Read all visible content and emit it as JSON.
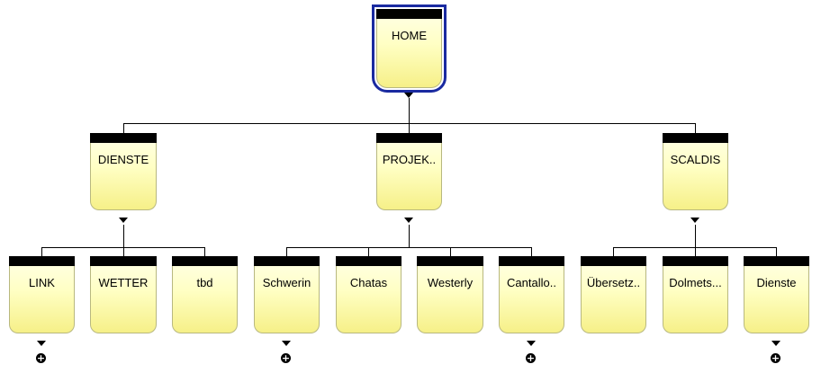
{
  "tree": {
    "root": {
      "label": "HOME"
    },
    "level1": [
      {
        "label": "DIENSTE"
      },
      {
        "label": "PROJEK.."
      },
      {
        "label": "SCALDIS"
      }
    ],
    "level2": [
      {
        "label": "LINK"
      },
      {
        "label": "WETTER"
      },
      {
        "label": "tbd"
      },
      {
        "label": "Schwerin"
      },
      {
        "label": "Chatas"
      },
      {
        "label": "Westerly"
      },
      {
        "label": "Cantallo.."
      },
      {
        "label": "Übersetz.."
      },
      {
        "label": "Dolmets..."
      },
      {
        "label": "Dienste"
      }
    ]
  },
  "icons": {
    "collapse": "triangle-down-icon",
    "expand": "plus-circle-icon"
  },
  "colors": {
    "node_fill": "#ffffc4",
    "selection": "#1a2aa0",
    "bar": "#000000"
  }
}
